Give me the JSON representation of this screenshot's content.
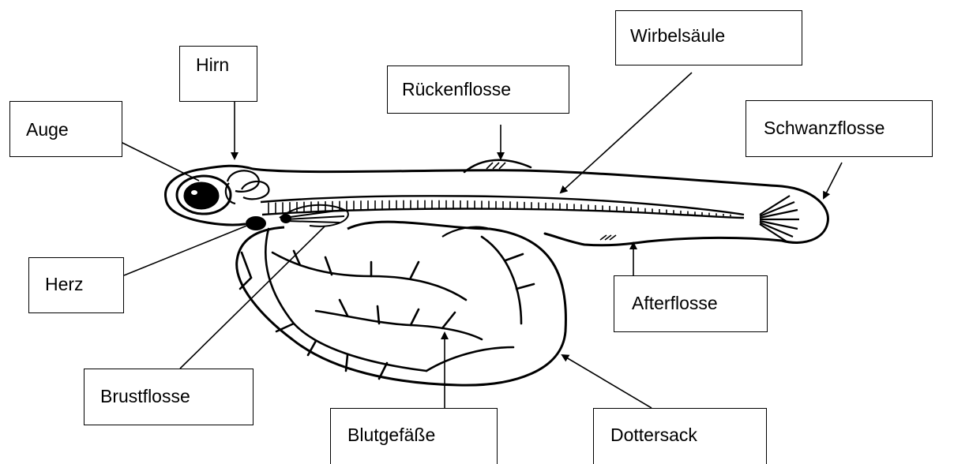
{
  "labels": {
    "hirn": "Hirn",
    "auge": "Auge",
    "rueckenflosse": "Rückenflosse",
    "wirbelsaeule": "Wirbelsäule",
    "schwanzflosse": "Schwanzflosse",
    "herz": "Herz",
    "afterflosse": "Afterflosse",
    "brustflosse": "Brustflosse",
    "blutgefaesse": "Blutgefäße",
    "dottersack": "Dottersack"
  }
}
